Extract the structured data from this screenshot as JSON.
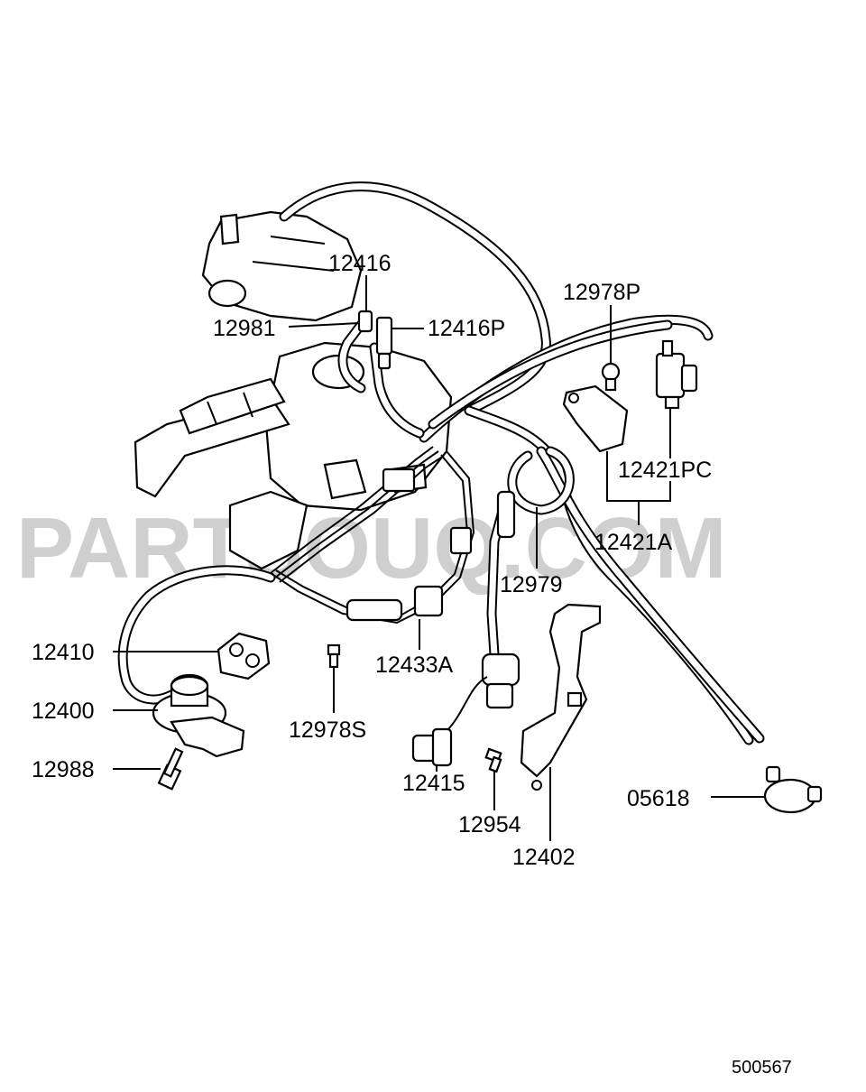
{
  "watermark": "PARTSOUQ.COM",
  "diagram_ref": "500567",
  "labels": {
    "l12416": "12416",
    "l12981": "12981",
    "l12416P": "12416P",
    "l12978P": "12978P",
    "l12421PC": "12421PC",
    "l12421A": "12421A",
    "l12979": "12979",
    "l12433A": "12433A",
    "l12410": "12410",
    "l12400": "12400",
    "l12988": "12988",
    "l12978S": "12978S",
    "l12415": "12415",
    "l12954": "12954",
    "l12402": "12402",
    "l05618": "05618"
  }
}
